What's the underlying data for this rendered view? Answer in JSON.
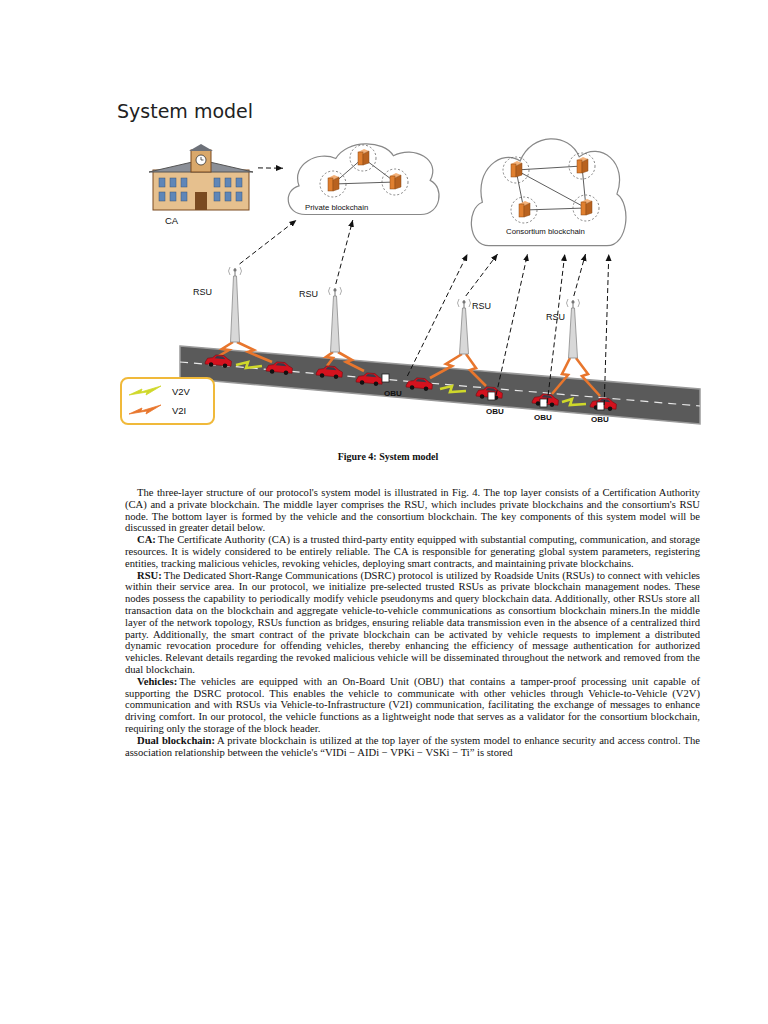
{
  "diagram": {
    "title": "System model",
    "caption": "Figure 4: System model",
    "nodes": [
      {
        "text": [
          "CA"
        ]
      },
      {
        "text": [
          "Private blockchain"
        ]
      },
      {
        "text": [
          "Consortium blockchain"
        ]
      },
      {
        "text": [
          "RSU"
        ]
      },
      {
        "text": [
          "RSU"
        ]
      },
      {
        "text": [
          "RSU"
        ]
      },
      {
        "text": [
          "RSU"
        ]
      },
      {
        "text": [
          "OBU"
        ]
      },
      {
        "text": [
          "OBU"
        ]
      },
      {
        "text": [
          "OBU"
        ]
      },
      {
        "text": [
          "OBU"
        ]
      }
    ],
    "edges": [
      {
        "from": 0,
        "to": 1,
        "arrow": "to"
      },
      {
        "from": 3,
        "to": 1,
        "arrow": "to"
      },
      {
        "from": 4,
        "to": 1,
        "arrow": "to"
      },
      {
        "from": 5,
        "to": 2,
        "arrow": "to"
      },
      {
        "from": 6,
        "to": 2,
        "arrow": "to"
      },
      {
        "from": 7,
        "to": 2,
        "arrow": "to"
      },
      {
        "from": 8,
        "to": 2,
        "arrow": "to"
      },
      {
        "from": 9,
        "to": 2,
        "arrow": "to"
      },
      {
        "from": 10,
        "to": 2,
        "arrow": "to"
      }
    ],
    "labels": [
      "The three-layer structure of our protocol's system model is illustrated in Fig. 4. The top layer consists of a Certification Authority (CA) and a private blockchain. The middle layer comprises the RSU, which includes private blockchains and the consortium's RSU node. The bottom layer is formed by the vehicle and the consortium blockchain. The key components of this system model will be discussed in greater detail below.",
      "CA:",
      "The Certificate Authority (CA) is a trusted third-party entity equipped with substantial computing, communication, and storage resources. It is widely considered to be entirely reliable. The CA is responsible for generating global system parameters, registering entities, tracking malicious vehicles, revoking vehicles, deploying smart contracts, and maintaining private blockchains.",
      "RSU:",
      "The Dedicated Short-Range Communications (DSRC) protocol is utilized by Roadside Units (RSUs) to connect with vehicles within their service area. In our protocol, we initialize pre-selected trusted RSUs as private blockchain management nodes. These nodes possess the capability to periodically modify vehicle pseudonyms and query blockchain data. Additionally, other RSUs store all transaction data on the blockchain and aggregate vehicle-to-vehicle communications as consortium blockchain miners.In the middle layer of the network topology, RSUs function as bridges, ensuring reliable data transmission even in the absence of a centralized third party. Additionally, the smart contract of the private blockchain can be activated by vehicle requests to implement a distributed dynamic revocation procedure for offending vehicles, thereby enhancing the efficiency of message authentication for authorized vehicles. Relevant details regarding the revoked malicious vehicle will be disseminated throughout the network and removed from the dual blockchain.",
      "Vehicles:",
      "The vehicles are equipped with an On-Board Unit (OBU) that contains a tamper-proof processing unit capable of supporting the DSRC protocol. This enables the vehicle to communicate with other vehicles through Vehicle-to-Vehicle (V2V) communication and with RSUs via Vehicle-to-Infrastructure (V2I) communication, facilitating the exchange of messages to enhance driving comfort. In our protocol, the vehicle functions as a lightweight node that serves as a validator for the consortium blockchain, requiring only the storage of the block header.",
      "Dual blockchain:",
      "A private blockchain is utilized at the top layer of the system model to enhance security and access control. The association relationship between the vehicle's “VIDi − AIDi − VPKi − VSKi − Ti” is stored"
    ],
    "legend": [
      {
        "text": "V2V"
      },
      {
        "text": "V2I"
      }
    ]
  }
}
